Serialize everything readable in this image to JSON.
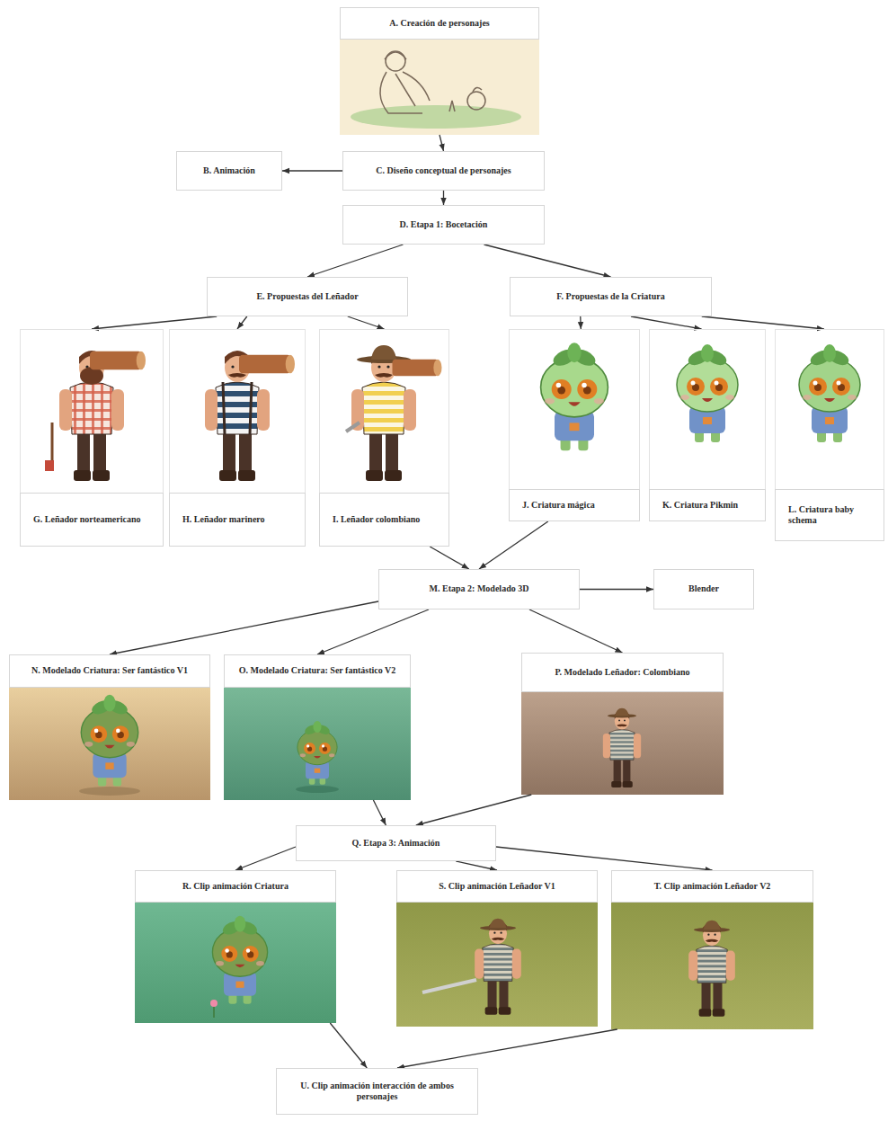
{
  "diagram": {
    "nodes": [
      {
        "text": [
          "A. Creación de personajes"
        ]
      },
      {
        "text": [
          "B. Animación"
        ]
      },
      {
        "text": [
          "C. Diseño conceptual de personajes"
        ]
      },
      {
        "text": [
          "D. Etapa 1: Bocetación"
        ]
      },
      {
        "text": [
          "E. Propuestas del Leñador"
        ]
      },
      {
        "text": [
          "F. Propuestas de la Criatura"
        ]
      },
      {
        "text": [
          "G. Leñador norteamericano"
        ]
      },
      {
        "text": [
          "H. Leñador marinero"
        ]
      },
      {
        "text": [
          "I. Leñador colombiano"
        ]
      },
      {
        "text": [
          "J. Criatura mágica"
        ]
      },
      {
        "text": [
          "K. Criatura Pikmin"
        ]
      },
      {
        "text": [
          "L. Criatura baby schema"
        ]
      },
      {
        "text": [
          "M. Etapa 2: Modelado 3D"
        ]
      },
      {
        "text": [
          "Blender"
        ]
      },
      {
        "text": [
          "N. Modelado Criatura: Ser fantástico V1"
        ]
      },
      {
        "text": [
          "O. Modelado Criatura: Ser fantástico V2"
        ]
      },
      {
        "text": [
          "P. Modelado Leñador: Colombiano"
        ]
      },
      {
        "text": [
          "Q. Etapa 3: Animación"
        ]
      },
      {
        "text": [
          "R. Clip animación Criatura"
        ]
      },
      {
        "text": [
          "S. Clip animación Leñador V1"
        ]
      },
      {
        "text": [
          "T. Clip animación Leñador V2"
        ]
      },
      {
        "text": [
          "U. Clip animación interacción de ambos personajes"
        ]
      }
    ],
    "edges": [
      {
        "from": 0,
        "to": 2,
        "arrow": "to"
      },
      {
        "from": 2,
        "to": 1,
        "arrow": "to"
      },
      {
        "from": 2,
        "to": 3,
        "arrow": "to"
      },
      {
        "from": 3,
        "to": 4,
        "arrow": "to"
      },
      {
        "from": 3,
        "to": 5,
        "arrow": "to"
      },
      {
        "from": 4,
        "to": 6,
        "arrow": "to"
      },
      {
        "from": 4,
        "to": 7,
        "arrow": "to"
      },
      {
        "from": 4,
        "to": 8,
        "arrow": "to"
      },
      {
        "from": 5,
        "to": 9,
        "arrow": "to"
      },
      {
        "from": 5,
        "to": 10,
        "arrow": "to"
      },
      {
        "from": 5,
        "to": 11,
        "arrow": "to"
      },
      {
        "from": 8,
        "to": 12,
        "arrow": "to"
      },
      {
        "from": 9,
        "to": 12,
        "arrow": "to"
      },
      {
        "from": 12,
        "to": 13,
        "arrow": "to"
      },
      {
        "from": 12,
        "to": 14,
        "arrow": "to"
      },
      {
        "from": 12,
        "to": 15,
        "arrow": "to"
      },
      {
        "from": 12,
        "to": 16,
        "arrow": "to"
      },
      {
        "from": 15,
        "to": 17,
        "arrow": "to"
      },
      {
        "from": 16,
        "to": 17,
        "arrow": "to"
      },
      {
        "from": 17,
        "to": 18,
        "arrow": "to"
      },
      {
        "from": 17,
        "to": 19,
        "arrow": "to"
      },
      {
        "from": 17,
        "to": 20,
        "arrow": "to"
      },
      {
        "from": 18,
        "to": 21,
        "arrow": "to"
      },
      {
        "from": 20,
        "to": 21,
        "arrow": "to"
      }
    ]
  }
}
